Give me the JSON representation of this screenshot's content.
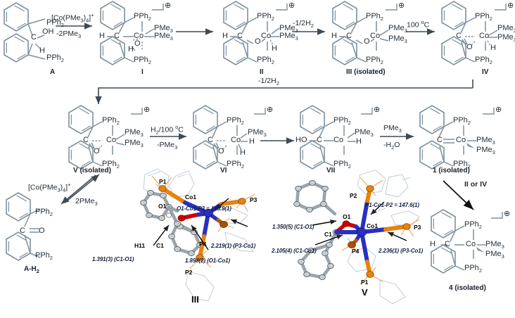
{
  "figure": {
    "type": "reaction-scheme",
    "description": "Proposed mechanism scheme with X-ray crystal structures of III and V"
  },
  "colors": {
    "bond_gray": "#7d909e",
    "text_dark": "#25303b",
    "cobalt_blue": "#2a2fc0",
    "phosphorus_orange": "#e8820c",
    "oxygen_red": "#d40000",
    "carbon_gray": "#909aa0",
    "ligand_outline": "#aebcc8",
    "arrow": "#3d4a56"
  },
  "row1": {
    "species": [
      {
        "id": "A",
        "label": "A",
        "charge": false,
        "center": "none"
      },
      {
        "id": "I",
        "label": "I",
        "charge": true,
        "center": "Co"
      },
      {
        "id": "II",
        "label": "II",
        "charge": true,
        "center": "Co"
      },
      {
        "id": "III",
        "label": "III (isolated)",
        "charge": true,
        "center": "Co"
      },
      {
        "id": "IV",
        "label": "IV",
        "charge": true,
        "center": "Co"
      }
    ],
    "arrows": [
      {
        "above": "[Co(PMe3)4]+",
        "below": "-2PMe3"
      },
      {
        "above": "",
        "below": ""
      },
      {
        "above": "-1/2H2",
        "below": ""
      },
      {
        "above": "100 ºC",
        "below": ""
      }
    ]
  },
  "long_arrow": {
    "label": "-1/2H2",
    "from": "IV",
    "to": "V"
  },
  "row2": {
    "species": [
      {
        "id": "V",
        "label": "V (isolated)",
        "charge": true,
        "center": "Co"
      },
      {
        "id": "VI",
        "label": "VI",
        "charge": true,
        "center": "Co"
      },
      {
        "id": "VII",
        "label": "VII",
        "charge": true,
        "center": "Co"
      },
      {
        "id": "1",
        "label": "1 (isolated)",
        "charge": true,
        "center": "Co"
      }
    ],
    "arrows": [
      {
        "above": "H2/100 ºC",
        "below": "-PMe3"
      },
      {
        "above": "",
        "below": ""
      },
      {
        "above": "PMe3",
        "below": "-H2O"
      }
    ]
  },
  "branch_left": {
    "arrow_above": "[Co(PMe3)4]+",
    "arrow_below": "2PMe3",
    "product_label": "A-H2"
  },
  "branch_right": {
    "arrow_label": "II or IV",
    "product_label": "4 (isolated)"
  },
  "groups": {
    "pph2": "PPh2",
    "pme3": "PMe3",
    "co": "Co",
    "c": "C",
    "o": "O",
    "h": "H",
    "oh": "OH",
    "ho": "HO",
    "charge_glyph": "⊕"
  },
  "crystal_III": {
    "title": "III",
    "atom_labels": [
      "P1",
      "O1",
      "H11",
      "C1",
      "Co1",
      "P3",
      "P4",
      "P2"
    ],
    "metrics": [
      {
        "text": "O1-Co1-P3 = 163.9(1)",
        "kind": "angle"
      },
      {
        "text": "2.219(1) (P3-Co1)",
        "kind": "distance"
      },
      {
        "text": "1.898(2) (O1-Co1)",
        "kind": "distance"
      },
      {
        "text": "1.391(3) (C1-O1)",
        "kind": "distance"
      }
    ]
  },
  "crystal_V": {
    "title": "V",
    "atom_labels": [
      "P2",
      "O1",
      "C1",
      "Co1",
      "P3",
      "P4",
      "P1"
    ],
    "metrics": [
      {
        "text": "P1-Co1-P2 = 147.6(1)",
        "kind": "angle"
      },
      {
        "text": "1.350(5) (C1-O1)",
        "kind": "distance"
      },
      {
        "text": "2.105(4) (C1-Co1)",
        "kind": "distance"
      },
      {
        "text": "2.236(1) (P3-Co1)",
        "kind": "distance"
      }
    ]
  }
}
